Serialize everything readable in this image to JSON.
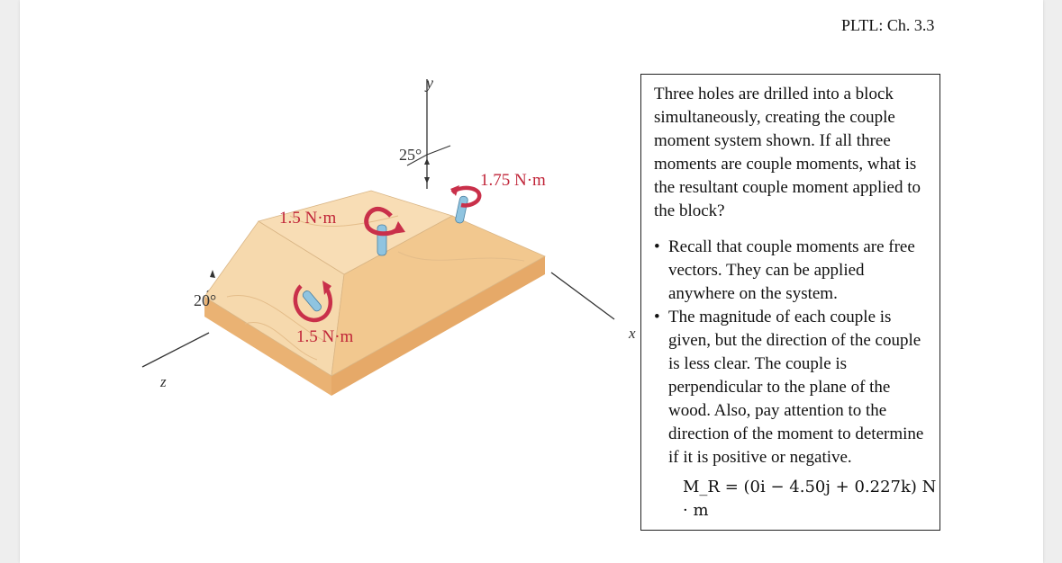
{
  "header": {
    "course_label": "PLTL: Ch. 3.3"
  },
  "figure": {
    "axis_labels": {
      "y": "y",
      "x": "x",
      "z": "z"
    },
    "angles": {
      "top": "25°",
      "left": "20°"
    },
    "moments": {
      "right_top": "1.75 N·m",
      "top_left": "1.5 N·m",
      "front": "1.5 N·m"
    }
  },
  "problem": {
    "intro": "Three holes are drilled into a block simultaneously, creating the couple moment system shown. If all three moments are couple moments, what is the resultant couple moment applied to the block?",
    "hints": [
      "Recall that couple moments are free vectors. They can be applied anywhere on the system.",
      "The magnitude of each couple is given, but the direction of the couple is less clear. The couple is perpendicular to the plane of the wood. Also, pay attention to the direction of the moment to determine if it is positive or negative."
    ],
    "answer": "M_R = (0i − 4.50j + 0.227k) N · m"
  },
  "colors": {
    "wood_top": "#f6d7aa",
    "wood_slope": "#f3cc95",
    "wood_side": "#eeb878",
    "moment_arrow": "#c9304a",
    "drill_bit": "#8fc4e0"
  }
}
